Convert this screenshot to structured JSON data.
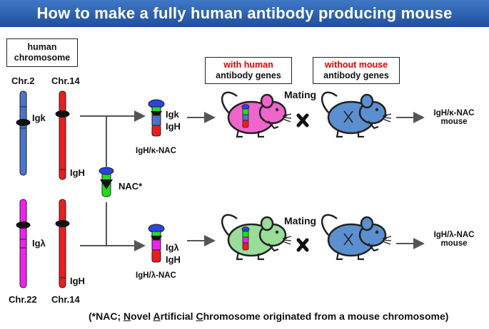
{
  "header": {
    "title": "How to make a fully human antibody producing mouse"
  },
  "legend_box": {
    "line1": "human",
    "line2": "chromosome"
  },
  "chromosomes": {
    "chr2": "Chr.2",
    "chr14_top": "Chr.14",
    "chr22": "Chr.22",
    "chr14_bottom": "Chr.14",
    "igk": "Igk",
    "igh_top": "IgH",
    "iglambda": "Igλ",
    "igh_bottom": "IgH"
  },
  "nac": {
    "label": "NAC*"
  },
  "constructs": {
    "top": {
      "gene1": "Igk",
      "gene2": "IgH",
      "name": "IgH/κ-NAC"
    },
    "bottom": {
      "gene1": "Igλ",
      "gene2": "IgH",
      "name": "IgH/λ-NAC"
    }
  },
  "boxes": {
    "with_line1": "with human",
    "with_line2": "antibody genes",
    "without_line1": "without mouse",
    "without_line2": "antibody genes"
  },
  "mating": {
    "top": "Mating",
    "bottom": "Mating"
  },
  "results": {
    "top_line1": "IgH/κ-NAC",
    "top_line2": "mouse",
    "bottom_line1": "IgH/λ-NAC",
    "bottom_line2": "mouse"
  },
  "footnote": {
    "prefix": "(*NAC; ",
    "n": "N",
    "ovel": "ovel ",
    "a": "A",
    "rtificial": "rtificial ",
    "c": "C",
    "hromosome": "hromosome originated from a mouse chromosome)"
  },
  "colors": {
    "banner": "#2a5aa8",
    "chr_blue": "#4a74c8",
    "chr_red": "#ee1c1c",
    "chr_magenta": "#ee22ee",
    "nac_green": "#22dd22",
    "centromere": "#111111",
    "mouse_pink": "#ee66cc",
    "mouse_green": "#99dd99",
    "mouse_blue": "#5b8fcf",
    "accent_red": "#e00000"
  }
}
